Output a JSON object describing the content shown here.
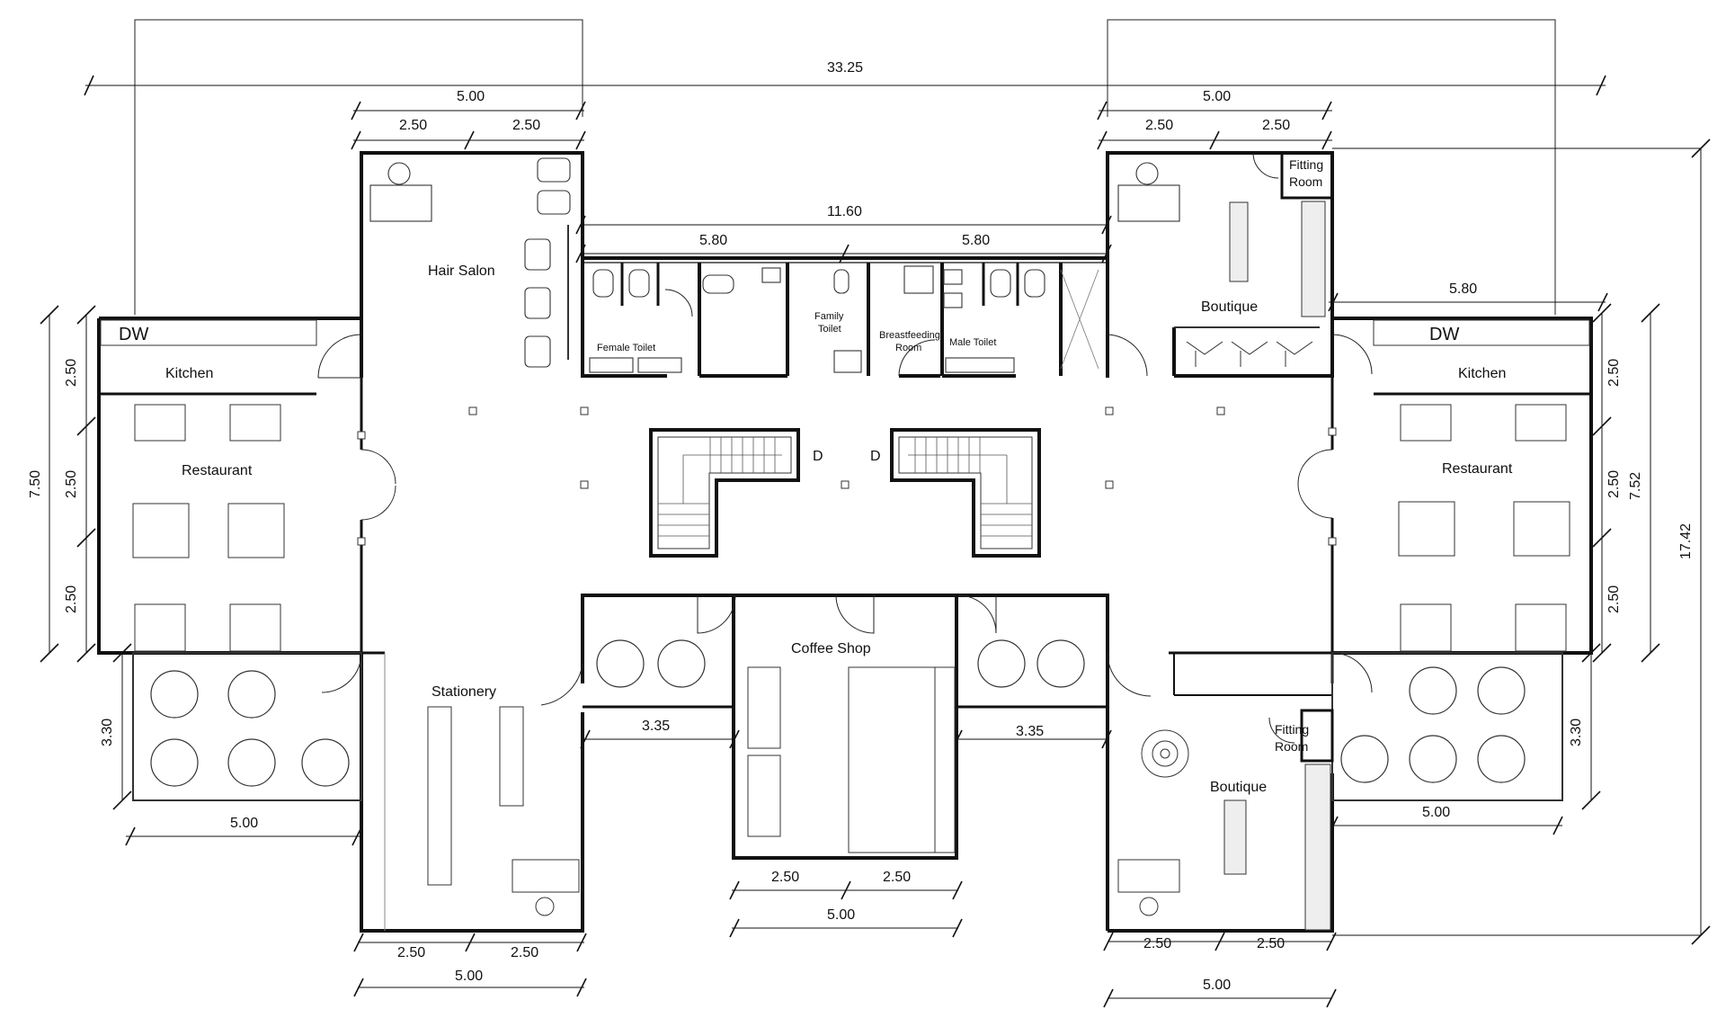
{
  "rooms": {
    "hair_salon": "Hair Salon",
    "female_toilet": "Female Toilet",
    "family_toilet_1": "Family",
    "family_toilet_2": "Toilet",
    "breastfeeding_1": "Breastfeeding",
    "breastfeeding_2": "Room",
    "male_toilet": "Male Toilet",
    "boutique_top": "Boutique",
    "fitting_room_top_1": "Fitting",
    "fitting_room_top_2": "Room",
    "kitchen_left": "Kitchen",
    "kitchen_right": "Kitchen",
    "dw_left": "DW",
    "dw_right": "DW",
    "restaurant_left": "Restaurant",
    "restaurant_right": "Restaurant",
    "stair_left": "D",
    "stair_right": "D",
    "stationery": "Stationery",
    "coffee_shop": "Coffee Shop",
    "boutique_bottom": "Boutique",
    "fitting_room_bottom_1": "Fitting",
    "fitting_room_bottom_2": "Room"
  },
  "dimensions": {
    "overall_width": "33.25",
    "salon_width": "5.00",
    "salon_half_left": "2.50",
    "salon_half_right": "2.50",
    "boutique_width": "5.00",
    "boutique_half_left": "2.50",
    "boutique_half_right": "2.50",
    "toilet_block": "11.60",
    "toilet_left": "5.80",
    "toilet_right": "5.80",
    "right_kitchen_width": "5.80",
    "left_total_height": "7.50",
    "left_kitchen": "2.50",
    "left_mid": "2.50",
    "left_bottom": "2.50",
    "right_top": "2.50",
    "right_mid": "2.50",
    "right_bottom": "2.50",
    "right_total": "7.52",
    "overall_height": "17.42",
    "left_terrace_height": "3.30",
    "left_terrace_width": "5.00",
    "right_terrace_height": "3.30",
    "right_terrace_width": "5.00",
    "seating_left": "3.35",
    "seating_right": "3.35",
    "coffee_half_left": "2.50",
    "coffee_half_right": "2.50",
    "coffee_width": "5.00",
    "stationery_half_left": "2.50",
    "stationery_half_right": "2.50",
    "stationery_width": "5.00",
    "boutique_bottom_half_left": "2.50",
    "boutique_bottom_half_right": "2.50",
    "boutique_bottom_width": "5.00"
  }
}
